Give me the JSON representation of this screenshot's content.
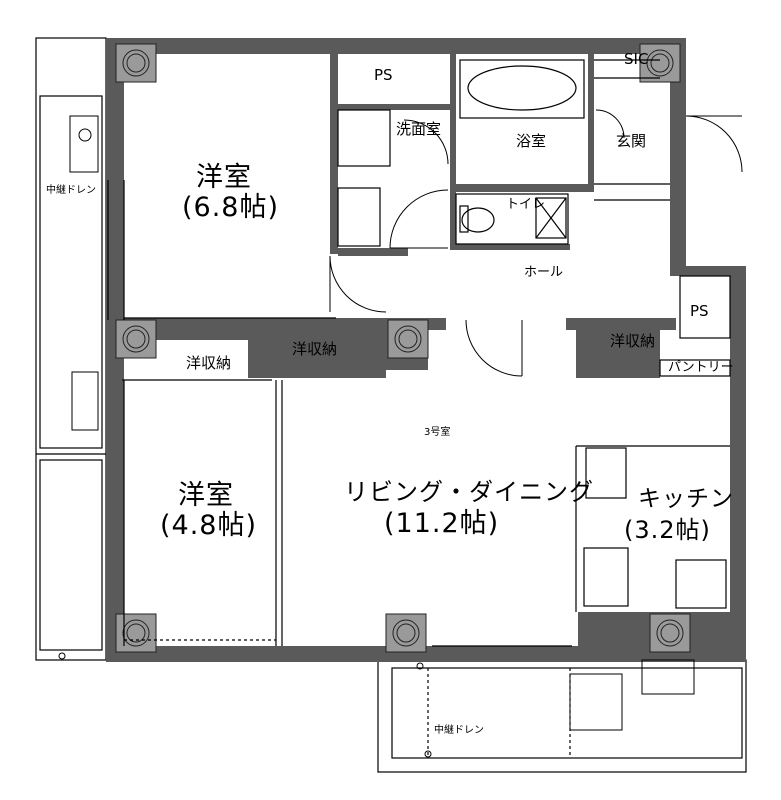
{
  "unit_name": "3号室",
  "rooms": {
    "western_a": {
      "name": "洋室",
      "size": "(6.8帖)"
    },
    "western_b": {
      "name": "洋室",
      "size": "(4.8帖)"
    },
    "ldk": {
      "name": "リビング・ダイニング",
      "size": "(11.2帖)"
    },
    "kitchen": {
      "name": "キッチン",
      "size": "(3.2帖)"
    }
  },
  "labels": {
    "washroom": "洗面室",
    "bath": "浴室",
    "entrance": "玄関",
    "toilet": "トイレ",
    "hall": "ホール",
    "ps_top": "PS",
    "ps_right": "PS",
    "sic": "SIC",
    "closet_1": "洋収納",
    "closet_2": "洋収納",
    "closet_3": "洋収納",
    "pantry": "パントリー",
    "drain_1": "中継ドレン",
    "drain_2": "中継ドレン"
  }
}
